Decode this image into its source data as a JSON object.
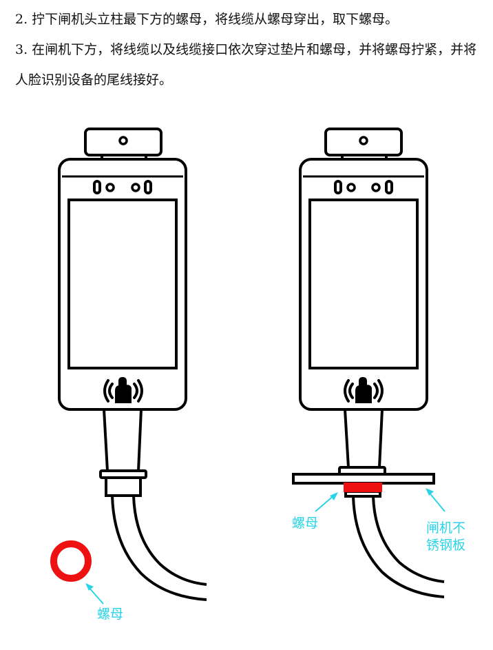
{
  "steps": [
    {
      "text": "2. 拧下闸机头立柱最下方的螺母，将线缆从螺母穿出，取下螺母。"
    },
    {
      "text": "3. 在闸机下方，将线缆以及线缆接口依次穿过垫片和螺母，并将螺母拧紧，并将人脸识别设备的尾线接好。"
    }
  ],
  "figures": {
    "left": {
      "nut_label": "螺母"
    },
    "right": {
      "nut_label": "螺母",
      "plate_label_line1": "闸机不",
      "plate_label_line2": "锈钢板"
    }
  },
  "colors": {
    "nut": "#ee1111",
    "callout": "#2ad4e6",
    "line": "#000000"
  },
  "icons": [
    "nfc-hand-icon",
    "camera-icon",
    "arrow-icon"
  ]
}
